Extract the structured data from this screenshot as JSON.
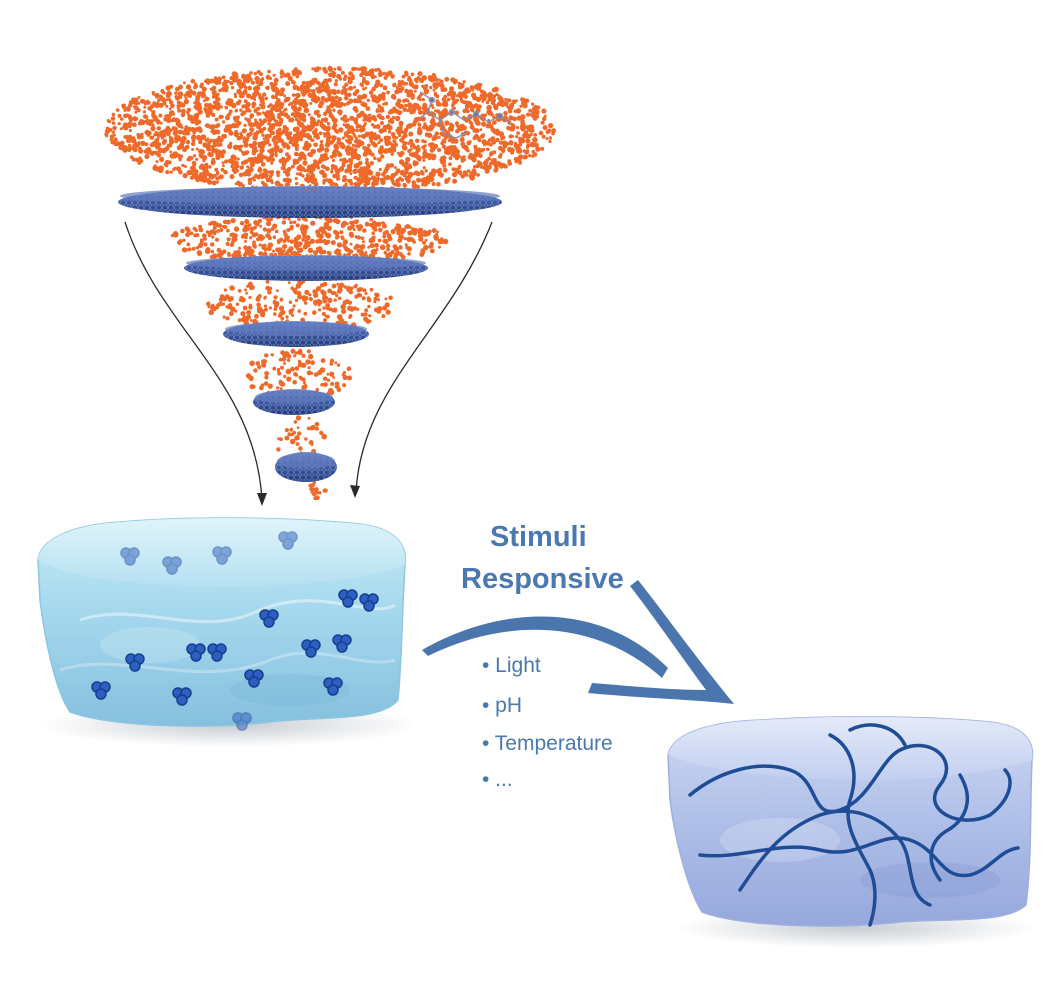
{
  "title": {
    "line1": "Stimuli",
    "line2": "Responsive"
  },
  "stimuli": [
    "• Light",
    "• pH",
    "• Temperature",
    "• ..."
  ],
  "colors": {
    "particles": "#ef6a2a",
    "disc": "#2f4f96",
    "arrow": "#4a76ad",
    "text": "#4a78b0",
    "gel": "#a9dbef",
    "gel_responsive": "#b5c3ea",
    "strand": "#1e4d96"
  }
}
